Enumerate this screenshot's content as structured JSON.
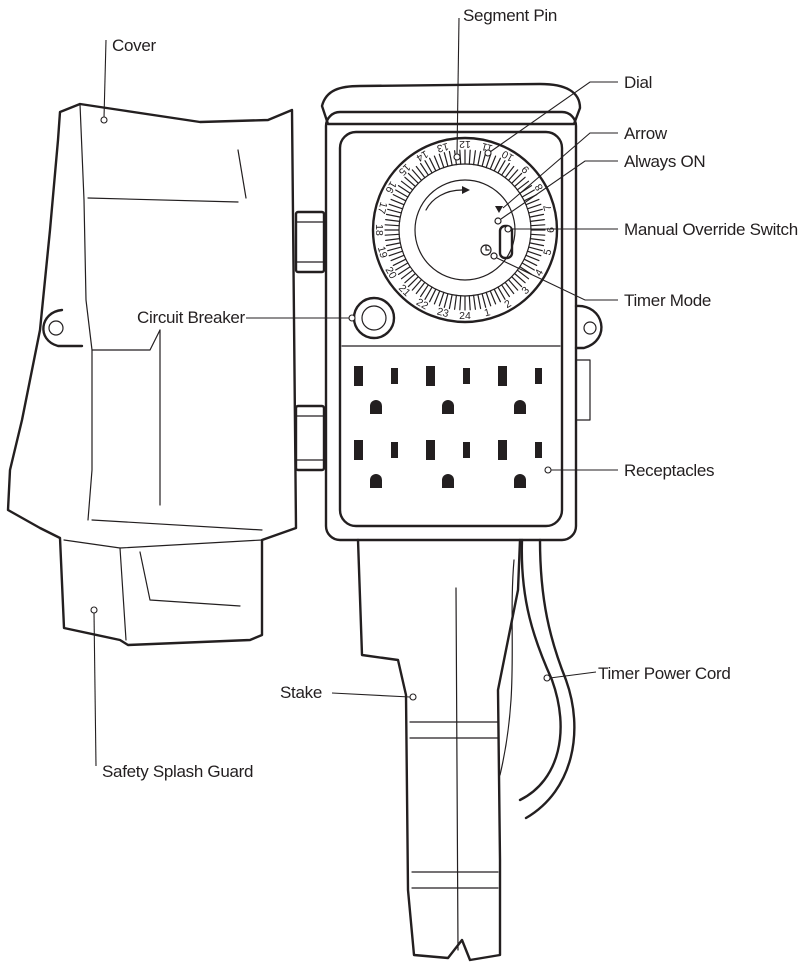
{
  "labels": {
    "segment_pin": "Segment Pin",
    "cover": "Cover",
    "dial": "Dial",
    "arrow": "Arrow",
    "always_on": "Always ON",
    "manual_override_switch": "Manual Override Switch",
    "circuit_breaker": "Circuit Breaker",
    "timer_mode": "Timer Mode",
    "receptacles": "Receptacles",
    "timer_power_cord": "Timer Power Cord",
    "stake": "Stake",
    "safety_splash_guard": "Safety Splash Guard"
  },
  "dial_numbers": [
    "24",
    "1",
    "2",
    "3",
    "4",
    "5",
    "6",
    "7",
    "8",
    "9",
    "10",
    "11",
    "12",
    "13",
    "14",
    "15",
    "16",
    "17",
    "18",
    "19",
    "20",
    "21",
    "22",
    "23"
  ]
}
